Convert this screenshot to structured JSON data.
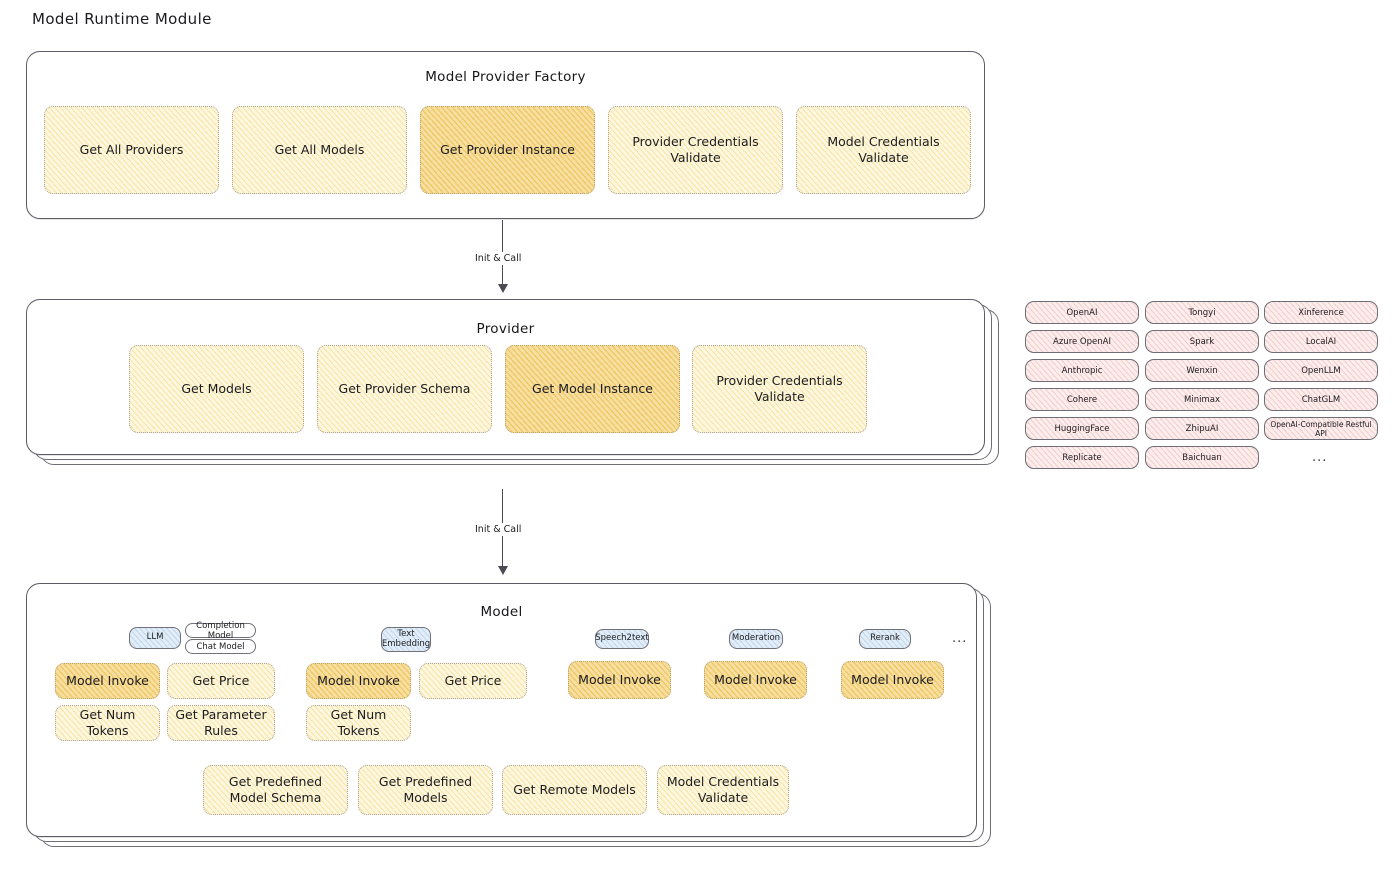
{
  "page": {
    "title": "Model Runtime Module"
  },
  "factory": {
    "title": "Model Provider Factory",
    "boxes": [
      {
        "label": "Get All Providers",
        "highlighted": false
      },
      {
        "label": "Get All Models",
        "highlighted": false
      },
      {
        "label": "Get Provider Instance",
        "highlighted": true
      },
      {
        "label": "Provider Credentials Validate",
        "highlighted": false
      },
      {
        "label": "Model Credentials Validate",
        "highlighted": false
      }
    ]
  },
  "arrows": [
    {
      "label": "Init & Call"
    },
    {
      "label": "Init & Call"
    }
  ],
  "provider": {
    "title": "Provider",
    "boxes": [
      {
        "label": "Get Models",
        "highlighted": false
      },
      {
        "label": "Get Provider Schema",
        "highlighted": false
      },
      {
        "label": "Get Model Instance",
        "highlighted": true
      },
      {
        "label": "Provider Credentials Validate",
        "highlighted": false
      }
    ]
  },
  "provider_list": {
    "columns": [
      [
        "OpenAI",
        "Azure OpenAI",
        "Anthropic",
        "Cohere",
        "HuggingFace",
        "Replicate"
      ],
      [
        "Tongyi",
        "Spark",
        "Wenxin",
        "Minimax",
        "ZhipuAI",
        "Baichuan"
      ],
      [
        "Xinference",
        "LocalAI",
        "OpenLLM",
        "ChatGLM",
        "OpenAI-Compatible Restful API"
      ]
    ],
    "more": "..."
  },
  "model": {
    "title": "Model",
    "more": "...",
    "types": [
      {
        "name": "LLM",
        "sub_types": [
          "Completion Model",
          "Chat Model"
        ],
        "methods": [
          {
            "label": "Model Invoke",
            "highlighted": true
          },
          {
            "label": "Get Price",
            "highlighted": false
          },
          {
            "label": "Get Num Tokens",
            "highlighted": false
          },
          {
            "label": "Get Parameter Rules",
            "highlighted": false
          }
        ]
      },
      {
        "name": "Text Embedding",
        "sub_types": [],
        "methods": [
          {
            "label": "Model Invoke",
            "highlighted": true
          },
          {
            "label": "Get Price",
            "highlighted": false
          },
          {
            "label": "Get Num Tokens",
            "highlighted": false
          }
        ]
      },
      {
        "name": "Speech2text",
        "sub_types": [],
        "methods": [
          {
            "label": "Model Invoke",
            "highlighted": true
          }
        ]
      },
      {
        "name": "Moderation",
        "sub_types": [],
        "methods": [
          {
            "label": "Model Invoke",
            "highlighted": true
          }
        ]
      },
      {
        "name": "Rerank",
        "sub_types": [],
        "methods": [
          {
            "label": "Model Invoke",
            "highlighted": true
          }
        ]
      }
    ],
    "common_methods": [
      {
        "label": "Get Predefined Model Schema"
      },
      {
        "label": "Get Predefined Models"
      },
      {
        "label": "Get Remote Models"
      },
      {
        "label": "Model Credentials Validate"
      }
    ]
  },
  "colors": {
    "leaf_fill": "#fdf7df",
    "leaf_highlight_fill": "#f7dfa2",
    "provider_pill_fill": "#fdeeee",
    "model_type_pill_fill": "#e2edf8",
    "stroke": "#3f3f46"
  }
}
